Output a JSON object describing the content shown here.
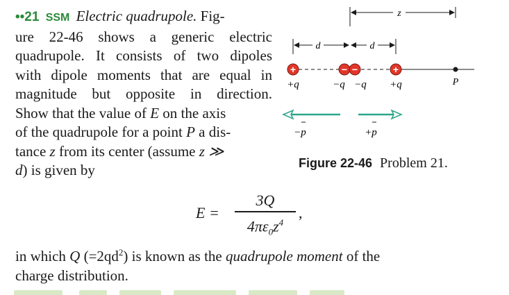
{
  "problem": {
    "number": "••21",
    "badge": "SSM",
    "title": "Electric quadrupole.",
    "lines": [
      "ure 22-46 shows a generic electric",
      "quadrupole. It consists of two dipoles",
      "with dipole moments that are equal in",
      "magnitude but opposite in direction.",
      "Show that the value of",
      "on the axis",
      "of the quadrupole for a point",
      "a dis-",
      "tance",
      "from its center (assume",
      "is given by"
    ],
    "title_tail": "Fig-",
    "var_E": "E",
    "var_P": "P",
    "var_z": "z",
    "cond": "z ≫",
    "cond_d": "d",
    "cond_paren": ")"
  },
  "figure": {
    "label_z": "z",
    "label_d1": "d",
    "label_d2": "d",
    "label_P": "P",
    "charge_plus": "+",
    "charge_minus": "−",
    "q_plus_left": "+q",
    "q_minus_1": "−q",
    "q_minus_2": "−q",
    "q_plus_right": "+q",
    "dipole_left": "−p",
    "dipole_right": "+p",
    "arrow_color": "#2aa58a"
  },
  "caption": {
    "figure_label": "Figure 22-46",
    "text": "Problem 21."
  },
  "equation": {
    "lhs": "E =",
    "numerator": "3Q",
    "denominator_a": "4πε",
    "denominator_sub": "0",
    "denominator_b": "z",
    "denominator_sup": "4",
    "comma": ","
  },
  "after": {
    "text1": "in which",
    "Q": "Q",
    "paren": "(=2qd",
    "sup": "2",
    "paren_close": ")",
    "text2": "is known as the",
    "term": "quadrupole moment",
    "text3": "of the",
    "text4": "charge distribution."
  }
}
